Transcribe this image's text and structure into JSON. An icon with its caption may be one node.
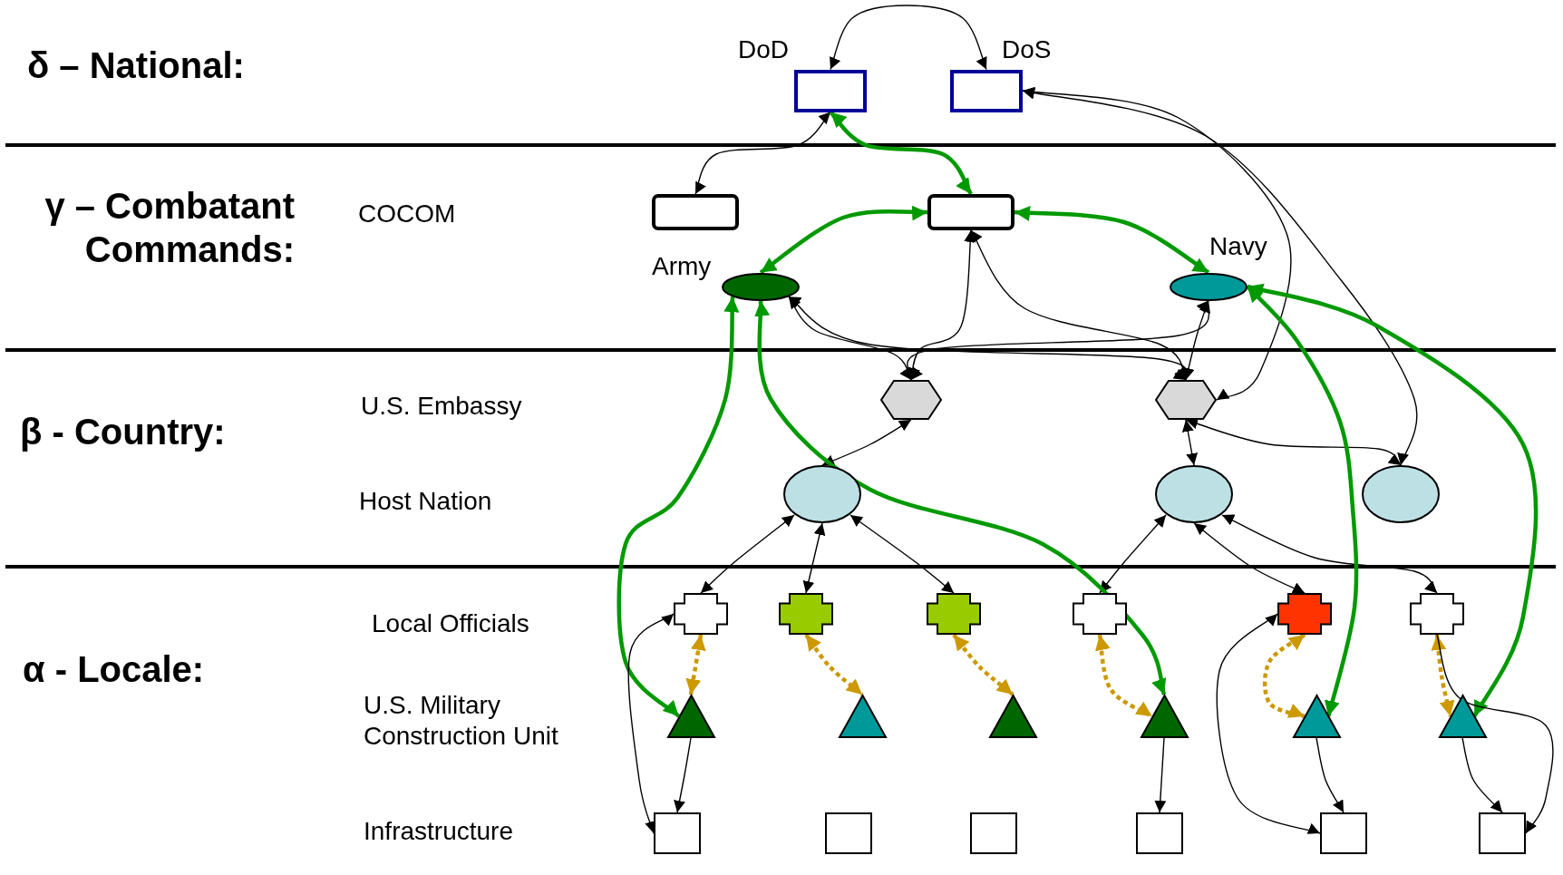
{
  "diagram": {
    "nodes": [
      {
        "text": [],
        "shape": "box",
        "beside": [
          "DoD"
        ]
      },
      {
        "text": [],
        "shape": "box",
        "beside": [
          "DoS"
        ]
      },
      {
        "text": [],
        "shape": "box"
      },
      {
        "text": [],
        "shape": "box"
      },
      {
        "text": [],
        "shape": "ellipse",
        "beside": [
          "Army"
        ]
      },
      {
        "text": [],
        "shape": "ellipse",
        "beside": [
          "Navy"
        ]
      },
      {
        "text": [],
        "shape": "hexagon"
      },
      {
        "text": [],
        "shape": "hexagon"
      },
      {
        "text": [],
        "shape": "ellipse"
      },
      {
        "text": [],
        "shape": "ellipse"
      },
      {
        "text": [],
        "shape": "ellipse"
      },
      {
        "text": [],
        "shape": "cross"
      },
      {
        "text": [],
        "shape": "cross"
      },
      {
        "text": [],
        "shape": "cross"
      },
      {
        "text": [],
        "shape": "cross"
      },
      {
        "text": [],
        "shape": "cross"
      },
      {
        "text": [],
        "shape": "cross"
      },
      {
        "text": [],
        "shape": "triangle"
      },
      {
        "text": [],
        "shape": "triangle"
      },
      {
        "text": [],
        "shape": "triangle"
      },
      {
        "text": [],
        "shape": "triangle"
      },
      {
        "text": [],
        "shape": "triangle"
      },
      {
        "text": [],
        "shape": "triangle"
      },
      {
        "text": [],
        "shape": "box"
      },
      {
        "text": [],
        "shape": "box"
      },
      {
        "text": [],
        "shape": "box"
      },
      {
        "text": [],
        "shape": "box"
      },
      {
        "text": [],
        "shape": "box"
      },
      {
        "text": [],
        "shape": "box"
      }
    ],
    "edges": [
      {
        "from": 0,
        "to": 1,
        "arrow": "both"
      },
      {
        "from": 0,
        "to": 2,
        "arrow": "both"
      },
      {
        "from": 0,
        "to": 3,
        "arrow": "both",
        "style": "thick",
        "color": "#009900"
      },
      {
        "from": 1,
        "to": 7,
        "arrow": "both"
      },
      {
        "from": 1,
        "to": 10,
        "arrow": "both"
      },
      {
        "from": 3,
        "to": 4,
        "arrow": "both",
        "style": "thick",
        "color": "#009900"
      },
      {
        "from": 3,
        "to": 5,
        "arrow": "both",
        "style": "thick",
        "color": "#009900"
      },
      {
        "from": 3,
        "to": 6,
        "arrow": "both"
      },
      {
        "from": 3,
        "to": 7,
        "arrow": "both"
      },
      {
        "from": 4,
        "to": 6,
        "arrow": "both"
      },
      {
        "from": 4,
        "to": 7,
        "arrow": "both"
      },
      {
        "from": 5,
        "to": 6,
        "arrow": "both"
      },
      {
        "from": 5,
        "to": 7,
        "arrow": "both"
      },
      {
        "from": 6,
        "to": 8,
        "arrow": "both"
      },
      {
        "from": 7,
        "to": 9,
        "arrow": "both"
      },
      {
        "from": 7,
        "to": 10,
        "arrow": "both"
      },
      {
        "from": 8,
        "to": 11,
        "arrow": "both"
      },
      {
        "from": 8,
        "to": 12,
        "arrow": "both"
      },
      {
        "from": 8,
        "to": 13,
        "arrow": "both"
      },
      {
        "from": 9,
        "to": 14,
        "arrow": "both"
      },
      {
        "from": 9,
        "to": 15,
        "arrow": "both"
      },
      {
        "from": 9,
        "to": 16,
        "arrow": "both"
      },
      {
        "from": 4,
        "to": 17,
        "arrow": "both",
        "style": "thick",
        "color": "#009900"
      },
      {
        "from": 4,
        "to": 20,
        "arrow": "both",
        "style": "thick",
        "color": "#009900"
      },
      {
        "from": 5,
        "to": 21,
        "arrow": "both",
        "style": "thick",
        "color": "#009900"
      },
      {
        "from": 5,
        "to": 22,
        "arrow": "both",
        "style": "thick",
        "color": "#009900"
      },
      {
        "from": 11,
        "to": 17,
        "arrow": "both",
        "style": "dashed",
        "color": "#cc9900"
      },
      {
        "from": 12,
        "to": 18,
        "arrow": "both",
        "style": "dashed",
        "color": "#cc9900"
      },
      {
        "from": 13,
        "to": 19,
        "arrow": "both",
        "style": "dashed",
        "color": "#cc9900"
      },
      {
        "from": 14,
        "to": 20,
        "arrow": "both",
        "style": "dashed",
        "color": "#cc9900"
      },
      {
        "from": 15,
        "to": 21,
        "arrow": "both",
        "style": "dashed",
        "color": "#cc9900"
      },
      {
        "from": 16,
        "to": 22,
        "arrow": "both",
        "style": "dashed",
        "color": "#cc9900"
      },
      {
        "from": 17,
        "to": 23,
        "arrow": "to"
      },
      {
        "from": 20,
        "to": 26,
        "arrow": "to"
      },
      {
        "from": 21,
        "to": 27,
        "arrow": "to"
      },
      {
        "from": 22,
        "to": 28,
        "arrow": "to"
      },
      {
        "from": 11,
        "to": 23,
        "arrow": "both"
      },
      {
        "from": 15,
        "to": 27,
        "arrow": "both"
      },
      {
        "from": 16,
        "to": 28,
        "arrow": "to"
      }
    ],
    "labels": [
      "δ – National:",
      "γ – Combatant Commands:",
      "COCOM",
      "β - Country:",
      "U.S. Embassy",
      "Host Nation",
      "α - Locale:",
      "Local Officials",
      "U.S. Military Construction Unit",
      "Infrastructure"
    ]
  }
}
